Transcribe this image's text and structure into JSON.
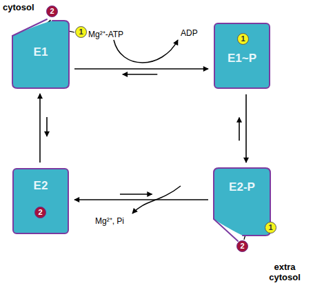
{
  "diagram": {
    "nodes": [
      {
        "text": [
          "E1"
        ]
      },
      {
        "text": [
          "2"
        ]
      },
      {
        "text": [
          "1"
        ]
      },
      {
        "text": [
          "E1~P"
        ]
      },
      {
        "text": [
          "1"
        ],
        "in": 3
      },
      {
        "text": [
          "E2"
        ]
      },
      {
        "text": [
          "2"
        ],
        "in": 5
      },
      {
        "text": [
          "E2-P"
        ]
      },
      {
        "text": [
          "1"
        ]
      },
      {
        "text": [
          "2"
        ]
      }
    ],
    "edges": [
      {
        "from": 0,
        "to": 3,
        "arrow": "both"
      },
      {
        "from": 3,
        "to": 7,
        "arrow": "both"
      },
      {
        "from": 7,
        "to": 5,
        "arrow": "both"
      },
      {
        "from": 5,
        "to": 0,
        "arrow": "both"
      }
    ],
    "labels": [
      "cytosol",
      "Mg²⁺-ATP",
      "ADP",
      "Mg²⁺, Pi",
      "extra cytosol"
    ]
  }
}
